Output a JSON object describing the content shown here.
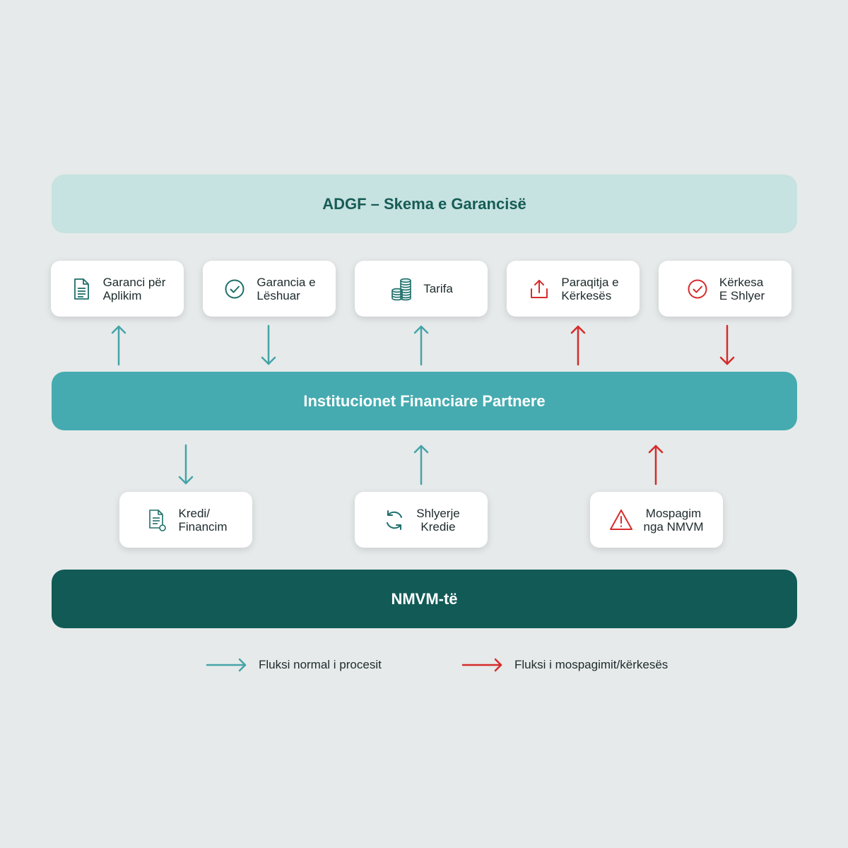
{
  "bands": {
    "top": "ADGF – Skema e Garancisë",
    "middle": "Institucionet Financiare Partnere",
    "bottom": "NMVM-të"
  },
  "top_cards": [
    {
      "line1": "Garanci për",
      "line2": "Aplikim",
      "icon": "document-icon"
    },
    {
      "line1": "Garancia e",
      "line2": "Lëshuar",
      "icon": "check-circle-icon"
    },
    {
      "line1": "Tarifa",
      "line2": "",
      "icon": "coins-icon"
    },
    {
      "line1": "Paraqitja e",
      "line2": "Kërkesës",
      "icon": "upload-icon"
    },
    {
      "line1": "Kërkesa",
      "line2": "E Shlyer",
      "icon": "check-circle-icon"
    }
  ],
  "bottom_cards": [
    {
      "line1": "Kredi/",
      "line2": "Financim",
      "icon": "loan-document-icon"
    },
    {
      "line1": "Shlyerje",
      "line2": "Kredie",
      "icon": "refresh-icon"
    },
    {
      "line1": "Mospagim",
      "line2": "nga NMVM",
      "icon": "warning-icon"
    }
  ],
  "legend": {
    "normal": "Fluksi normal i procesit",
    "default": "Fluksi i mospagimit/kërkesës"
  },
  "colors": {
    "normal_flow": "#45a3a8",
    "default_flow": "#d62b2b",
    "icon_teal": "#1e6e6a"
  }
}
